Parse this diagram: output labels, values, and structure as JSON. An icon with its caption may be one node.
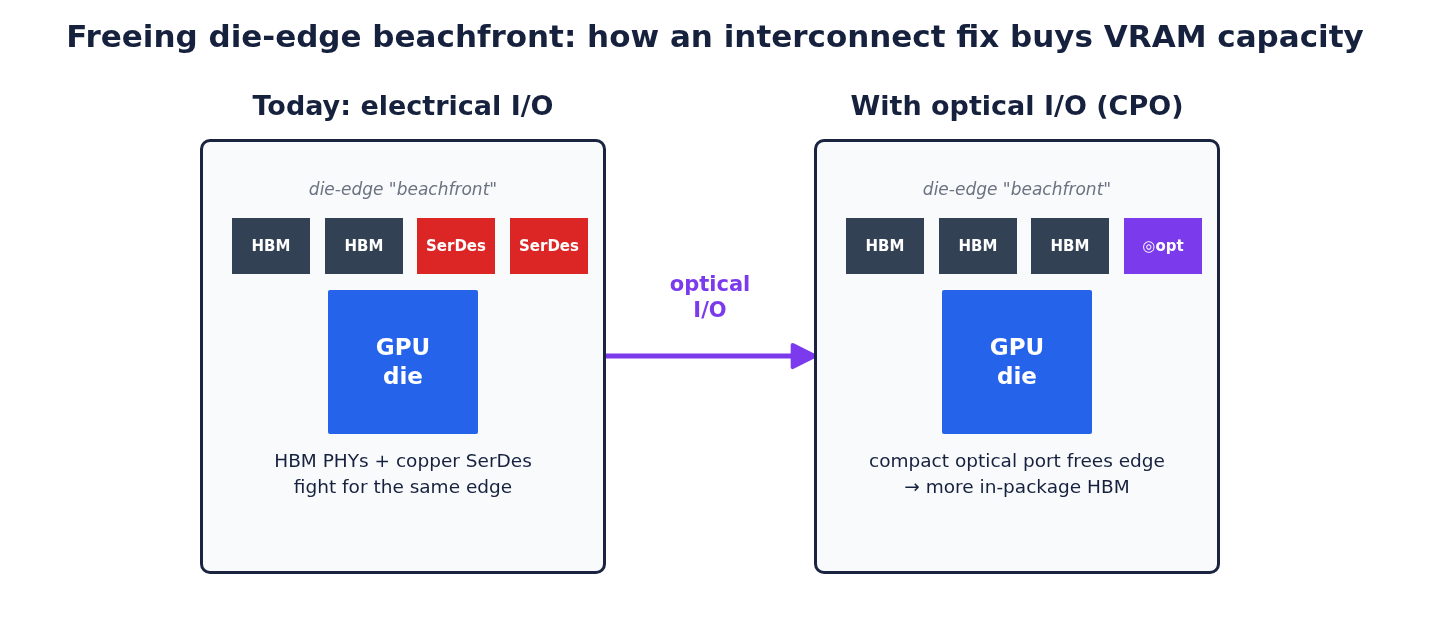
{
  "diagram": {
    "title": "Freeing die-edge beachfront: how an interconnect fix buys VRAM capacity",
    "nodes": [
      {
        "text": [
          "Today: electrical I/O",
          "die-edge \"beachfront\"",
          "HBM PHYs + copper SerDes fight for the same edge"
        ]
      },
      {
        "text": [
          "HBM"
        ],
        "in": 0
      },
      {
        "text": [
          "HBM"
        ],
        "in": 0
      },
      {
        "text": [
          "SerDes"
        ],
        "in": 0
      },
      {
        "text": [
          "SerDes"
        ],
        "in": 0
      },
      {
        "text": [
          "GPU die"
        ],
        "in": 0
      },
      {
        "text": [
          "With optical I/O (CPO)",
          "die-edge \"beachfront\"",
          "compact optical port frees edge → more in-package HBM"
        ]
      },
      {
        "text": [
          "HBM"
        ],
        "in": 6
      },
      {
        "text": [
          "HBM"
        ],
        "in": 6
      },
      {
        "text": [
          "HBM"
        ],
        "in": 6
      },
      {
        "text": [
          "◎opt"
        ],
        "in": 6
      },
      {
        "text": [
          "GPU die"
        ],
        "in": 6
      }
    ],
    "edges": [
      {
        "from": 0,
        "to": 6,
        "arrow": "to",
        "label": "optical I/O"
      }
    ]
  }
}
